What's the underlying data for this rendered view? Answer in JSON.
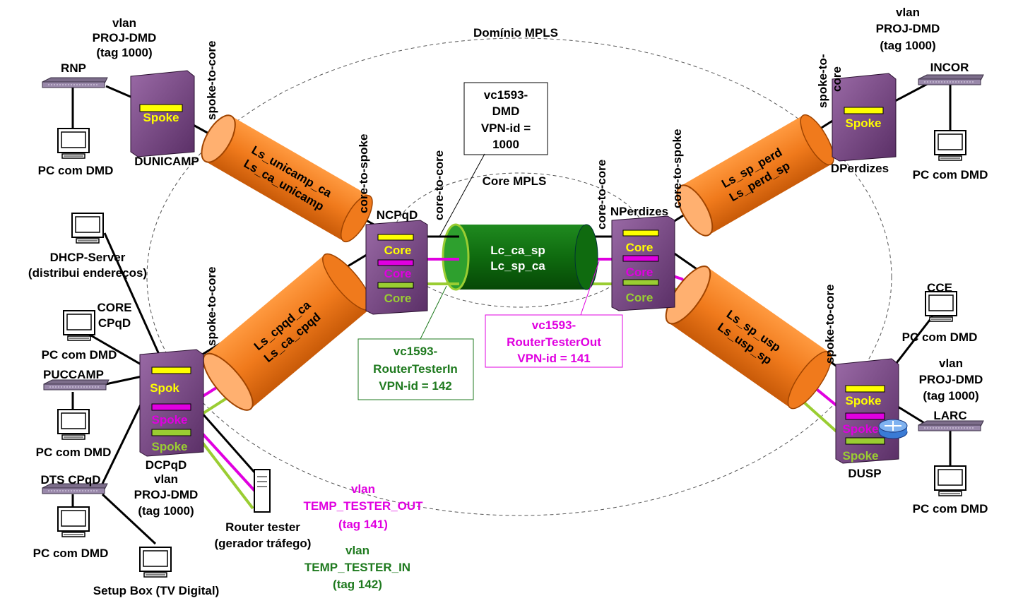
{
  "domains": {
    "mpls": "Domínio MPLS",
    "core": "Core MPLS"
  },
  "switches": {
    "dunicamp": {
      "name": "DUNICAMP",
      "slots": [
        "Spoke"
      ]
    },
    "ncpqd": {
      "name": "NCPqD",
      "slots": [
        "Core",
        "Core",
        "Core"
      ]
    },
    "nperdizes": {
      "name": "NPerdizes",
      "slots": [
        "Core",
        "Core",
        "Core"
      ]
    },
    "dperdizes": {
      "name": "DPerdizes",
      "slots": [
        "Spoke"
      ]
    },
    "dcpqd": {
      "name": "DCPqD",
      "slots": [
        "Spok",
        "Spoke",
        "Spoke"
      ]
    },
    "dusp": {
      "name": "DUSP",
      "slots": [
        "Spoke",
        "Spoke",
        "Spoke"
      ]
    }
  },
  "tunnels": {
    "unicamp": [
      "Ls_unicamp_ca",
      "Ls_ca_unicamp"
    ],
    "cpqd": [
      "Ls_cpqd_ca",
      "Ls_ca_cpqd"
    ],
    "core": [
      "Lc_ca_sp",
      "Lc_sp_ca"
    ],
    "perd": [
      "Ls_sp_perd",
      "Ls_perd_sp"
    ],
    "usp": [
      "Ls_sp_usp",
      "Ls_usp_sp"
    ]
  },
  "links": {
    "spoke_to_core_unicamp": "spoke-to-core",
    "core_to_spoke_ncpqd": "core-to-spoke",
    "core_to_core_ncpqd": "core-to-core",
    "core_to_core_nperd": "core-to-core",
    "core_to_spoke_nperd": "core-to-spoke",
    "spoke_to_core_dperd": [
      "spoke-to-",
      "core"
    ],
    "spoke_to_core_dcpqd": "spoke-to-core",
    "spoke_to_core_dusp": "spoke-to-core"
  },
  "vlans": {
    "topleft": [
      "vlan",
      "PROJ-DMD",
      "(tag  1000)"
    ],
    "topright": [
      "vlan",
      "PROJ-DMD",
      "(tag  1000)"
    ],
    "right": [
      "vlan",
      "PROJ-DMD",
      "(tag  1000)"
    ],
    "dcpqd": [
      "DCPqD",
      "vlan",
      "PROJ-DMD",
      "(tag  1000)"
    ],
    "tester_out": [
      "vlan",
      "TEMP_TESTER_OUT",
      "(tag  141)"
    ],
    "tester_in": [
      "vlan",
      "TEMP_TESTER_IN",
      "(tag  142)"
    ]
  },
  "boxes": {
    "vc_dmd": [
      "vc1593-",
      "DMD",
      "VPN-id =",
      "1000"
    ],
    "vc_in": [
      "vc1593-",
      "RouterTesterIn",
      "VPN-id = 142"
    ],
    "vc_out": [
      "vc1593-",
      "RouterTesterOut",
      "VPN-id = 141"
    ]
  },
  "devices": {
    "rnp": "RNP",
    "pc_rnp": "PC com DMD",
    "dhcp": [
      "DHCP-Server",
      "(distribui endereços)"
    ],
    "core_cpqd": [
      "CORE",
      "CPqD"
    ],
    "pc_core": "PC com DMD",
    "puccamp": "PUCCAMP",
    "pc_pucc": "PC com DMD",
    "dts": "DTS CPqD",
    "pc_dts": "PC com DMD",
    "setup_box": "Setup Box (TV Digital)",
    "router_tester": [
      "Router tester",
      "(gerador tráfego)"
    ],
    "incor": "INCOR",
    "pc_incor": "PC com DMD",
    "cce": "CCE",
    "pc_cce": "PC com DMD",
    "larc": "LARC",
    "pc_larc": "PC com DMD"
  },
  "colors": {
    "tube_orange": "#f07a1c",
    "tube_green": "#0f6b0f",
    "vlan_magenta": "#e000e0",
    "vlan_green": "#9acd32",
    "switch_purple": "#7a4a86"
  }
}
